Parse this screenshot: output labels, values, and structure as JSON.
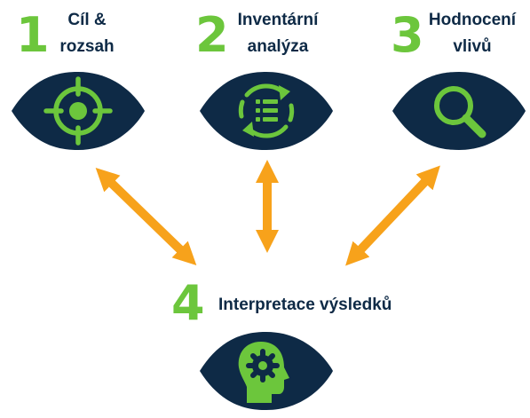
{
  "colors": {
    "leaf": "#0e2a46",
    "icon": "#6cc63c",
    "number": "#6cc63c",
    "label": "#0e2a46",
    "arrow": "#f7a21b"
  },
  "steps": [
    {
      "number": "1",
      "label_lines": [
        "Cíl &",
        "rozsah"
      ],
      "icon": "target-icon"
    },
    {
      "number": "2",
      "label_lines": [
        "Inventární",
        "analýza"
      ],
      "icon": "cycle-list-icon"
    },
    {
      "number": "3",
      "label_lines": [
        "Hodnocení",
        "vlivů"
      ],
      "icon": "magnifier-icon"
    },
    {
      "number": "4",
      "label_lines": [
        "Interpretace výsledků"
      ],
      "icon": "head-gear-icon"
    }
  ],
  "connections": [
    {
      "from": "1",
      "to": "4",
      "type": "bidirectional"
    },
    {
      "from": "2",
      "to": "4",
      "type": "bidirectional"
    },
    {
      "from": "3",
      "to": "4",
      "type": "bidirectional"
    }
  ]
}
